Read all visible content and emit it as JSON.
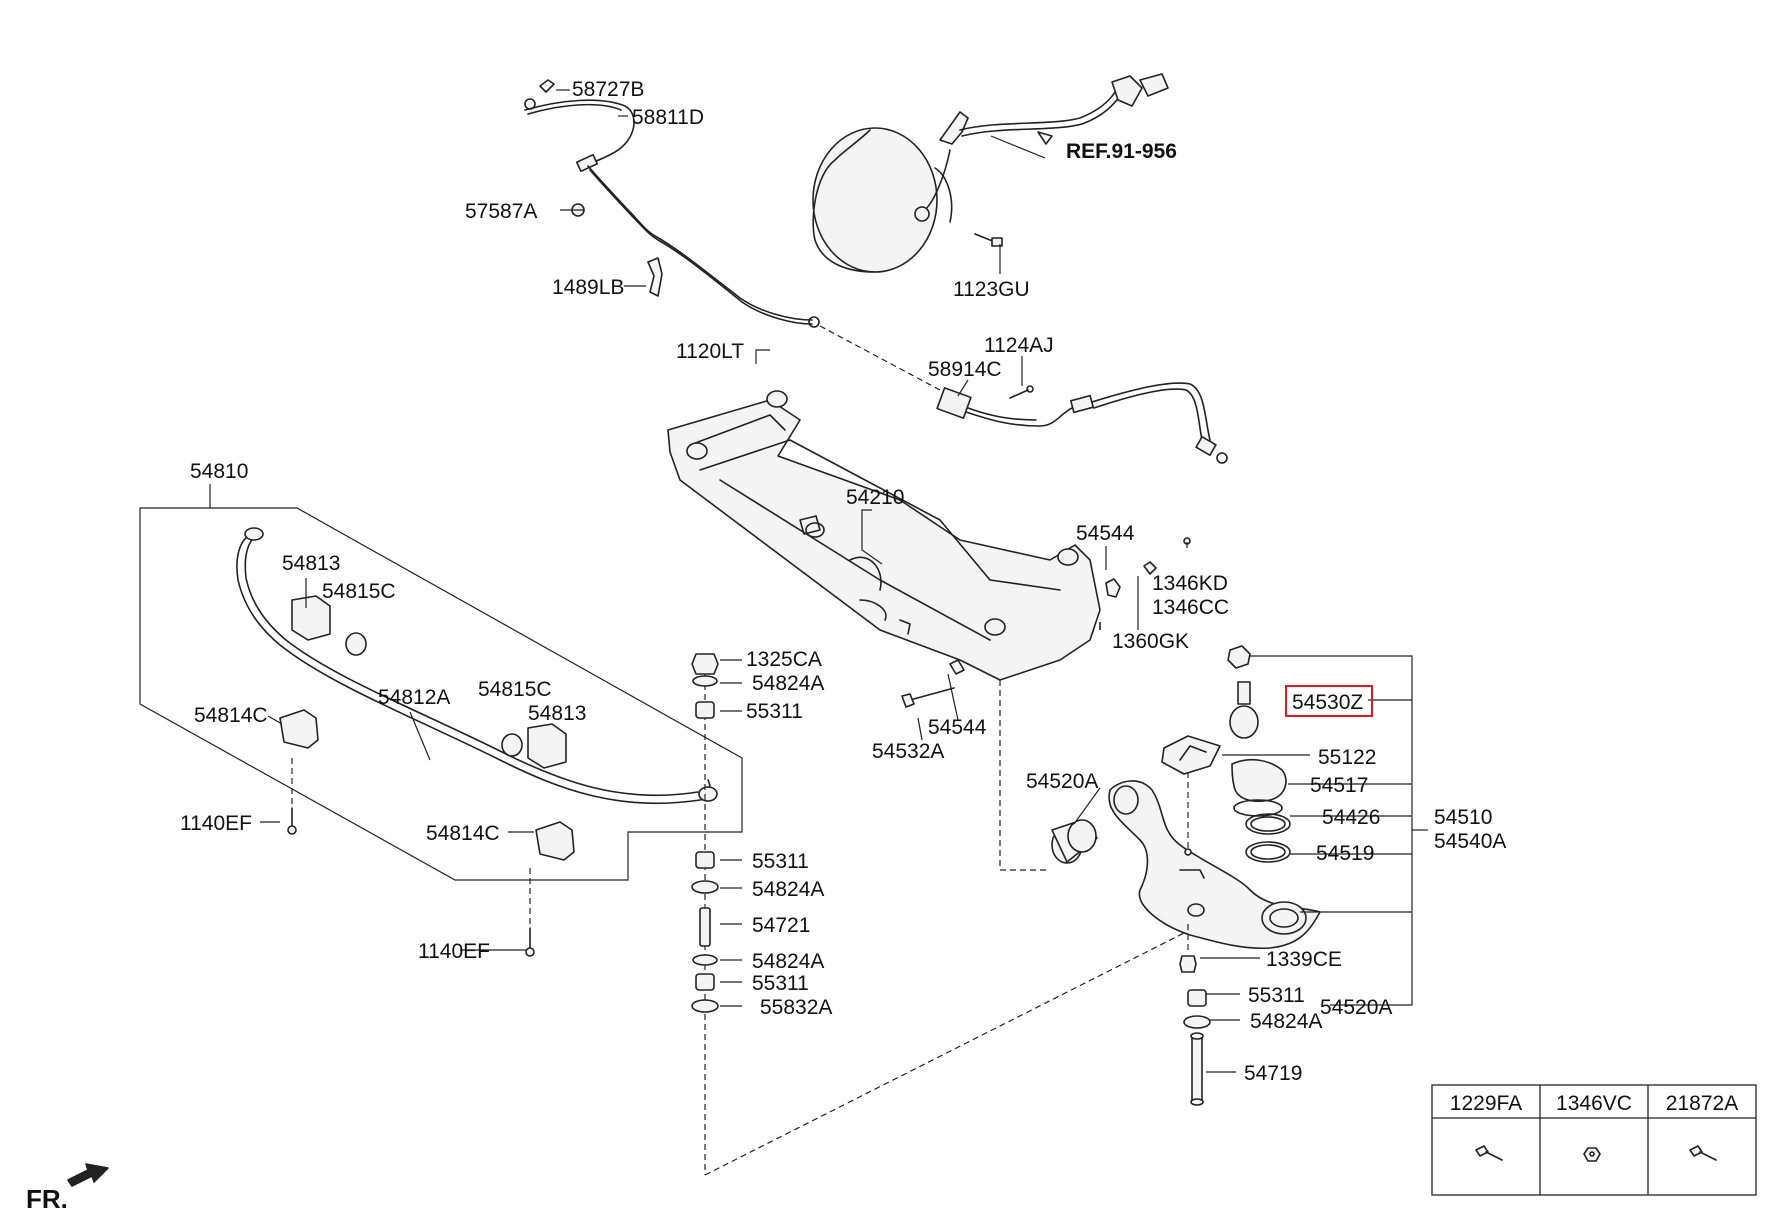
{
  "diagram": {
    "part_labels": {
      "p58727B": "58727B",
      "p58811D": "58811D",
      "p57587A": "57587A",
      "p1489LB": "1489LB",
      "ref": "REF.91-956",
      "p1123GU": "1123GU",
      "p1120LT": "1120LT",
      "p1124AJ": "1124AJ",
      "p58914C": "58914C",
      "p54810": "54810",
      "p54210": "54210",
      "p54544a": "54544",
      "p1346KD": "1346KD",
      "p1346CC": "1346CC",
      "p1360GK": "1360GK",
      "p54813a": "54813",
      "p54815Ca": "54815C",
      "p1325CA": "1325CA",
      "p54824A_1": "54824A",
      "p55311_1": "55311",
      "p54812A": "54812A",
      "p54815Cb": "54815C",
      "p54813b": "54813",
      "p54814Ca": "54814C",
      "p54544b": "54544",
      "p54532A": "54532A",
      "p54530Z": "54530Z",
      "p55122": "55122",
      "p54520A_1": "54520A",
      "p54517": "54517",
      "p1140EF_1": "1140EF",
      "p54426": "54426",
      "p54510": "54510",
      "p54540A": "54540A",
      "p54519": "54519",
      "p54814Cb": "54814C",
      "p55311_2": "55311",
      "p54824A_2": "54824A",
      "p54721": "54721",
      "p54824A_3": "54824A",
      "p1140EF_2": "1140EF",
      "p1339CE": "1339CE",
      "p55311_3": "55311",
      "p55311_4": "55311",
      "p55832A": "55832A",
      "p54520A_2": "54520A",
      "p54824A_4": "54824A",
      "p54719": "54719"
    },
    "highlighted_part": "54530Z",
    "highlight_color": "#e0191e",
    "direction_label": "FR.",
    "fastener_table": {
      "headers": [
        "1229FA",
        "1346VC",
        "21872A"
      ],
      "icons": [
        "bolt-icon",
        "nut-icon",
        "bolt-icon"
      ]
    }
  }
}
